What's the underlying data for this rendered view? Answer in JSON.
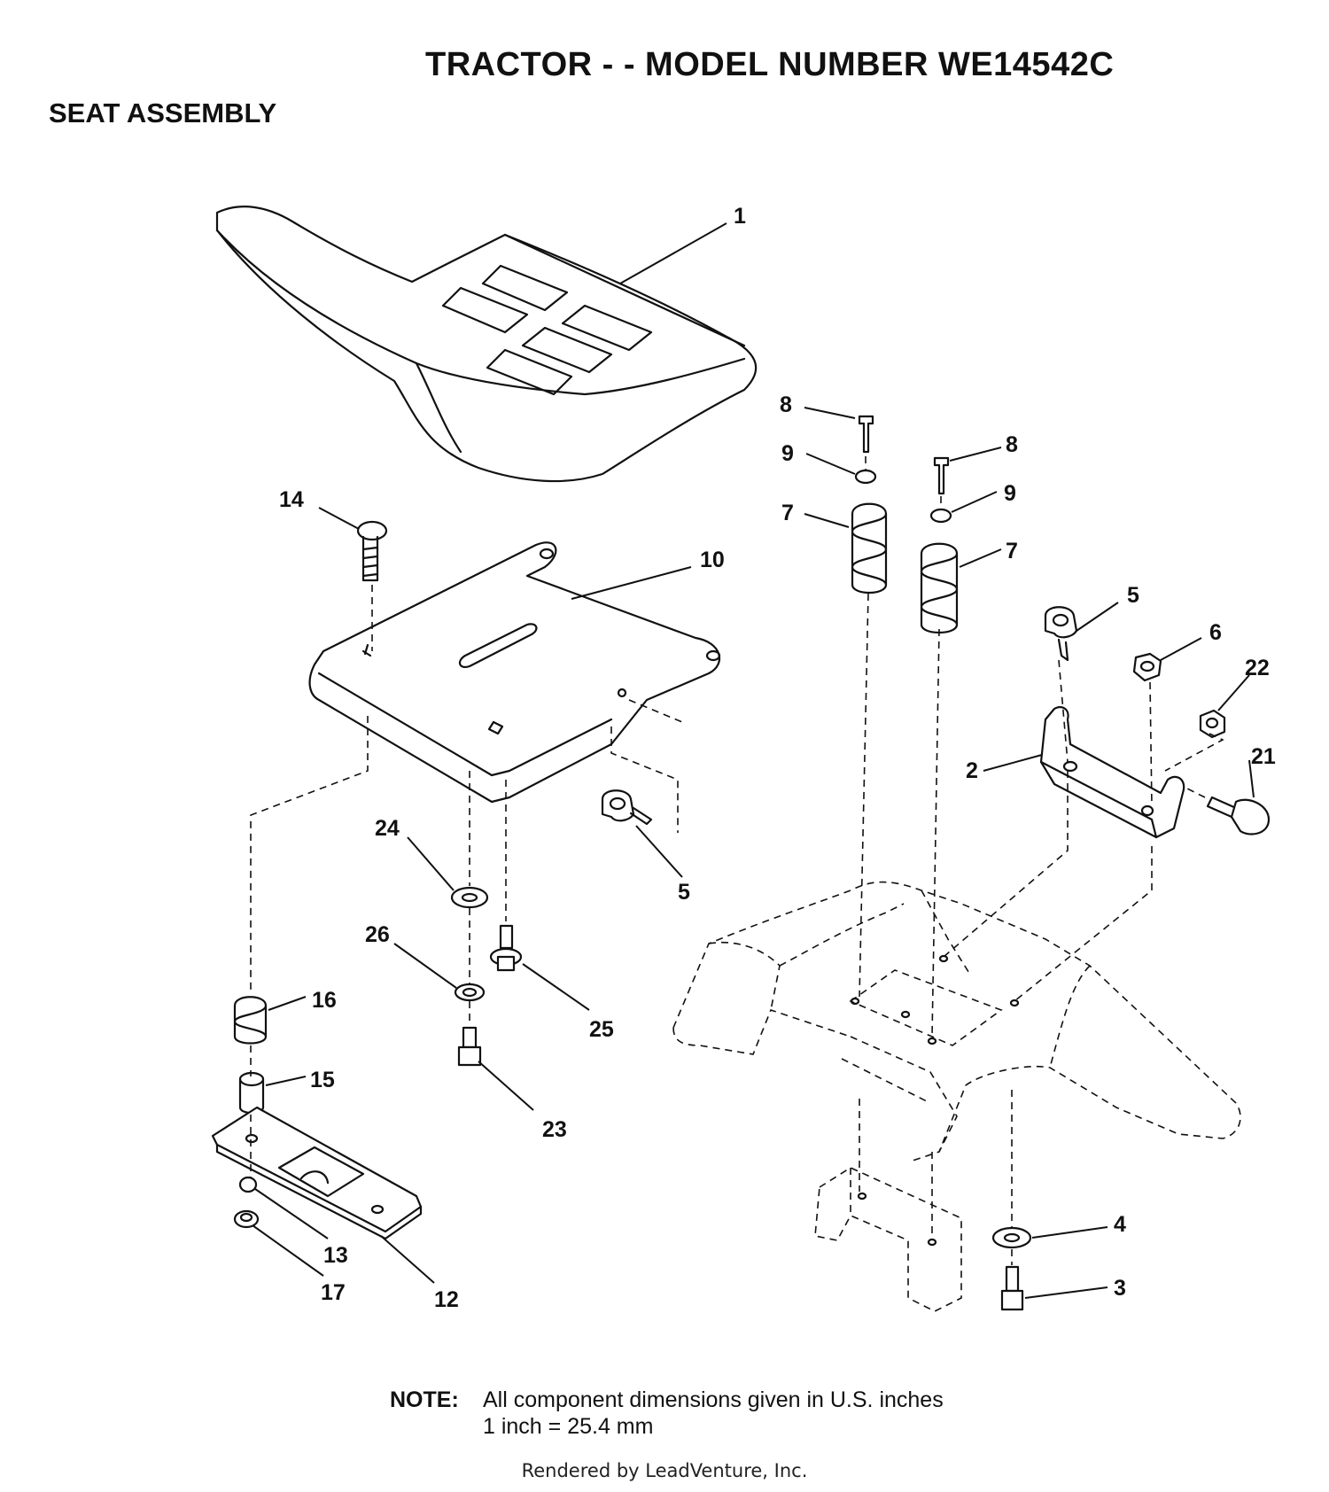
{
  "header": {
    "title": "TRACTOR - - MODEL NUMBER WE14542C",
    "subtitle": "SEAT ASSEMBLY"
  },
  "callouts": [
    "1",
    "2",
    "3",
    "4",
    "5",
    "5",
    "6",
    "7",
    "7",
    "8",
    "8",
    "9",
    "9",
    "10",
    "12",
    "13",
    "14",
    "15",
    "16",
    "17",
    "21",
    "22",
    "23",
    "24",
    "25",
    "26"
  ],
  "note": {
    "label": "NOTE:",
    "line1": "All component dimensions given in U.S. inches",
    "line2": "1 inch = 25.4 mm"
  },
  "footer": "Rendered by LeadVenture, Inc."
}
